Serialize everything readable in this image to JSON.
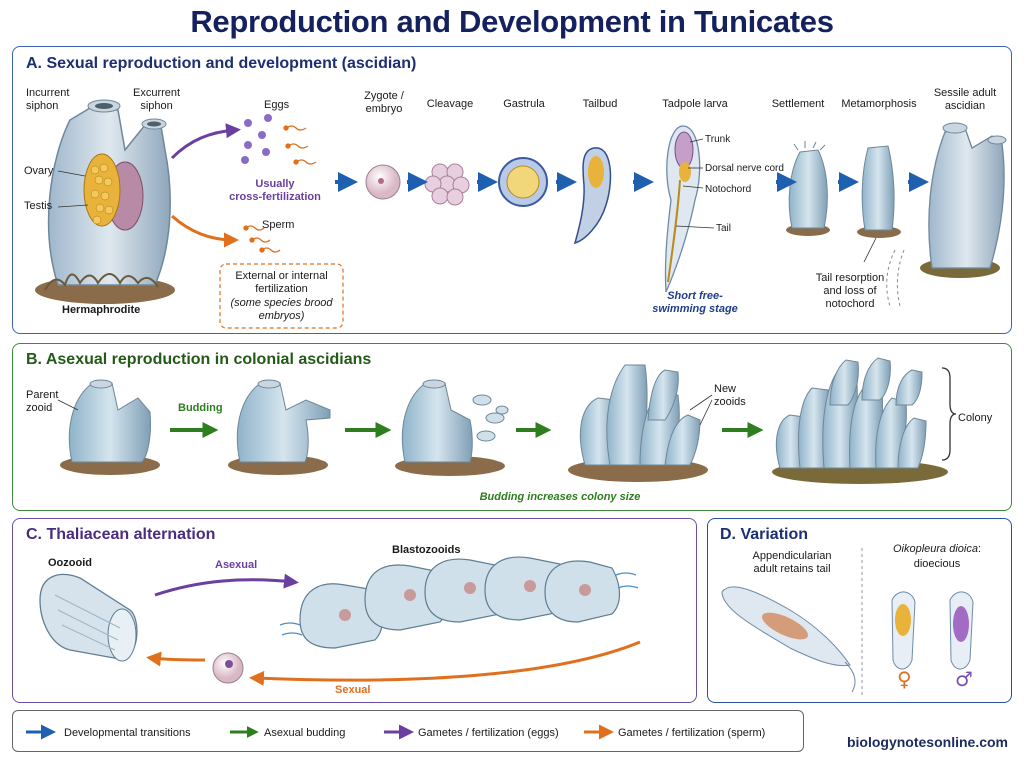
{
  "title": "Reproduction and Development in Tunicates",
  "panels": {
    "a": {
      "title": "A. Sexual reproduction and development (ascidian)",
      "labels": {
        "incurrent": "Incurrent\nsiphon",
        "excurrent": "Excurrent\nsiphon",
        "ovary": "Ovary",
        "testis": "Testis",
        "hermaphrodite": "Hermaphrodite",
        "eggs": "Eggs",
        "sperm": "Sperm",
        "cross": "Usually\ncross-fertilization",
        "fertilization": "External or internal\nfertilization",
        "brood": "(some species brood\nembryos)",
        "zygote": "Zygote /\nembryo",
        "cleavage": "Cleavage",
        "gastrula": "Gastrula",
        "tailbud": "Tailbud",
        "tadpole": "Tadpole larva",
        "trunk": "Trunk",
        "nerve": "Dorsal nerve cord",
        "notochord": "Notochord",
        "tail": "Tail",
        "free": "Short free-\nswimming stage",
        "settlement": "Settlement",
        "metamorphosis": "Metamorphosis",
        "sessile": "Sessile adult\nascidian",
        "resorption": "Tail resorption\nand loss of\nnotochord"
      }
    },
    "b": {
      "title": "B. Asexual reproduction in colonial ascidians",
      "labels": {
        "parent": "Parent\nzooid",
        "budding": "Budding",
        "new": "New\nzooids",
        "colony": "Colony",
        "increase": "Budding increases colony size"
      }
    },
    "c": {
      "title": "C. Thaliacean alternation",
      "labels": {
        "oozoid": "Oozooid",
        "blasto": "Blastozooids",
        "asexual": "Asexual",
        "sexual": "Sexual"
      }
    },
    "d": {
      "title": "D. Variation",
      "labels": {
        "append": "Appendicularian\nadult retains tail",
        "oiko": "Oikopleura dioica",
        "oiko_suffix": ":",
        "dioecious": "dioecious",
        "female": "♀",
        "male": "♂"
      }
    }
  },
  "legend": [
    {
      "label": "Developmental transitions",
      "color": "#1f5fb0"
    },
    {
      "label": "Asexual budding",
      "color": "#2e7d1f"
    },
    {
      "label": "Gametes / fertilization (eggs)",
      "color": "#6b3fa0"
    },
    {
      "label": "Gametes / fertilization (sperm)",
      "color": "#e0701e"
    }
  ],
  "site": "biologynotesonline.com",
  "colors": {
    "navy": "#14215e",
    "panel_a": "#3b62b6",
    "panel_b": "#3f8a3a",
    "panel_c": "#6b4fa0",
    "panel_d": "#2b4fa3",
    "blue_arrow": "#1f5fb0",
    "green_arrow": "#2e7d1f",
    "purple_arrow": "#6b3fa0",
    "orange_arrow": "#e0701e"
  }
}
